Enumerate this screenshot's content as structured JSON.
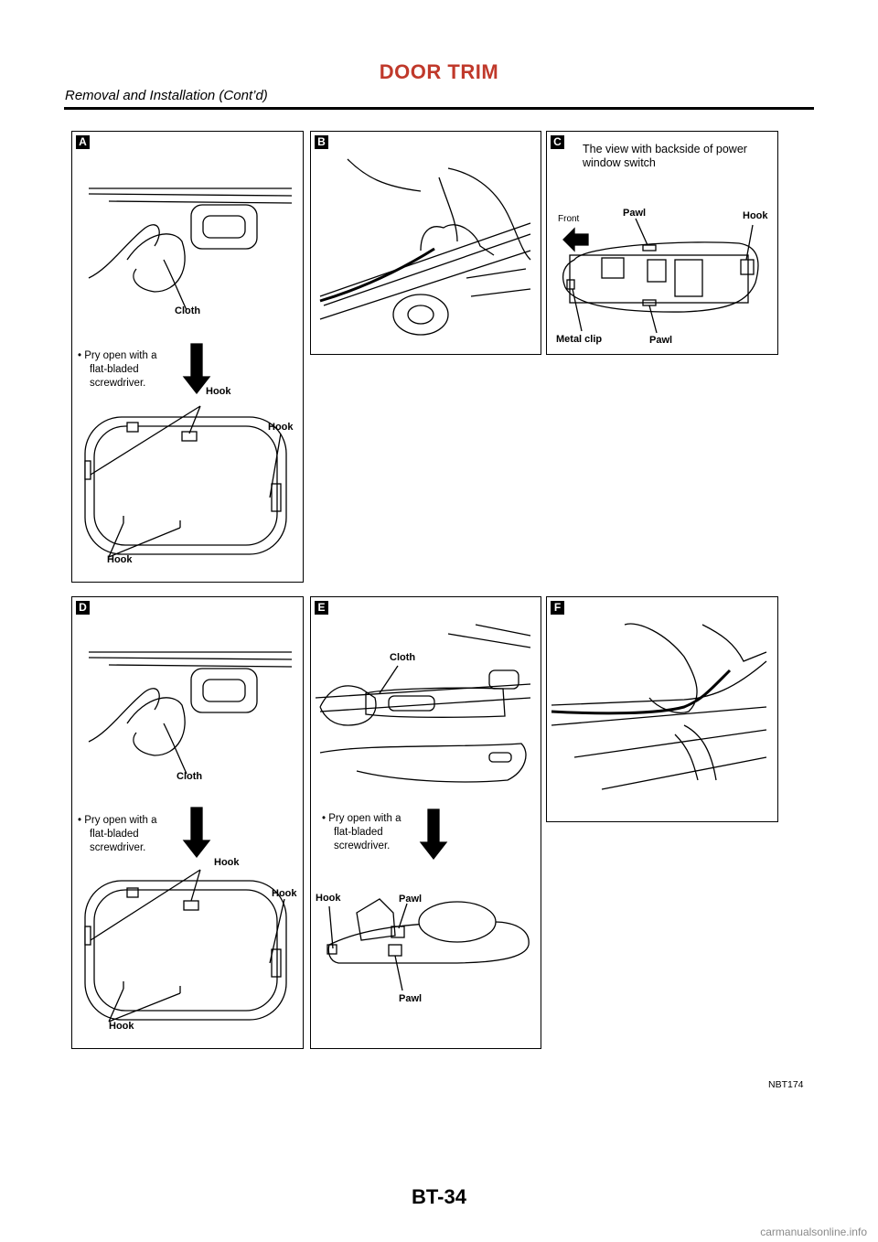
{
  "header": {
    "title": "DOOR TRIM",
    "subtitle": "Removal and Installation (Cont’d)"
  },
  "panels": {
    "a": {
      "letter": "A",
      "cloth": "Cloth",
      "note": [
        "• Pry open with a",
        "flat-bladed",
        "screwdriver."
      ],
      "hook_top": "Hook",
      "hook_right": "Hook",
      "hook_bottom": "Hook"
    },
    "b": {
      "letter": "B"
    },
    "c": {
      "letter": "C",
      "caption": [
        "The view with backside of power",
        "window switch"
      ],
      "front": "Front",
      "pawl_top": "Pawl",
      "hook": "Hook",
      "metal_clip": "Metal clip",
      "pawl_bottom": "Pawl"
    },
    "d": {
      "letter": "D",
      "cloth": "Cloth",
      "note": [
        "• Pry open with a",
        "flat-bladed",
        "screwdriver."
      ],
      "hook_top": "Hook",
      "hook_right": "Hook",
      "hook_bottom": "Hook"
    },
    "e": {
      "letter": "E",
      "cloth": "Cloth",
      "note": [
        "• Pry open with a",
        "flat-bladed",
        "screwdriver."
      ],
      "hook": "Hook",
      "pawl_top": "Pawl",
      "pawl_bottom": "Pawl"
    },
    "f": {
      "letter": "F"
    }
  },
  "figure_code": "NBT174",
  "page_number": "BT-34",
  "watermark": "carmanualsonline.info",
  "colors": {
    "title": "#c0392b",
    "ink": "#000000",
    "watermark": "#8a8a8a"
  }
}
